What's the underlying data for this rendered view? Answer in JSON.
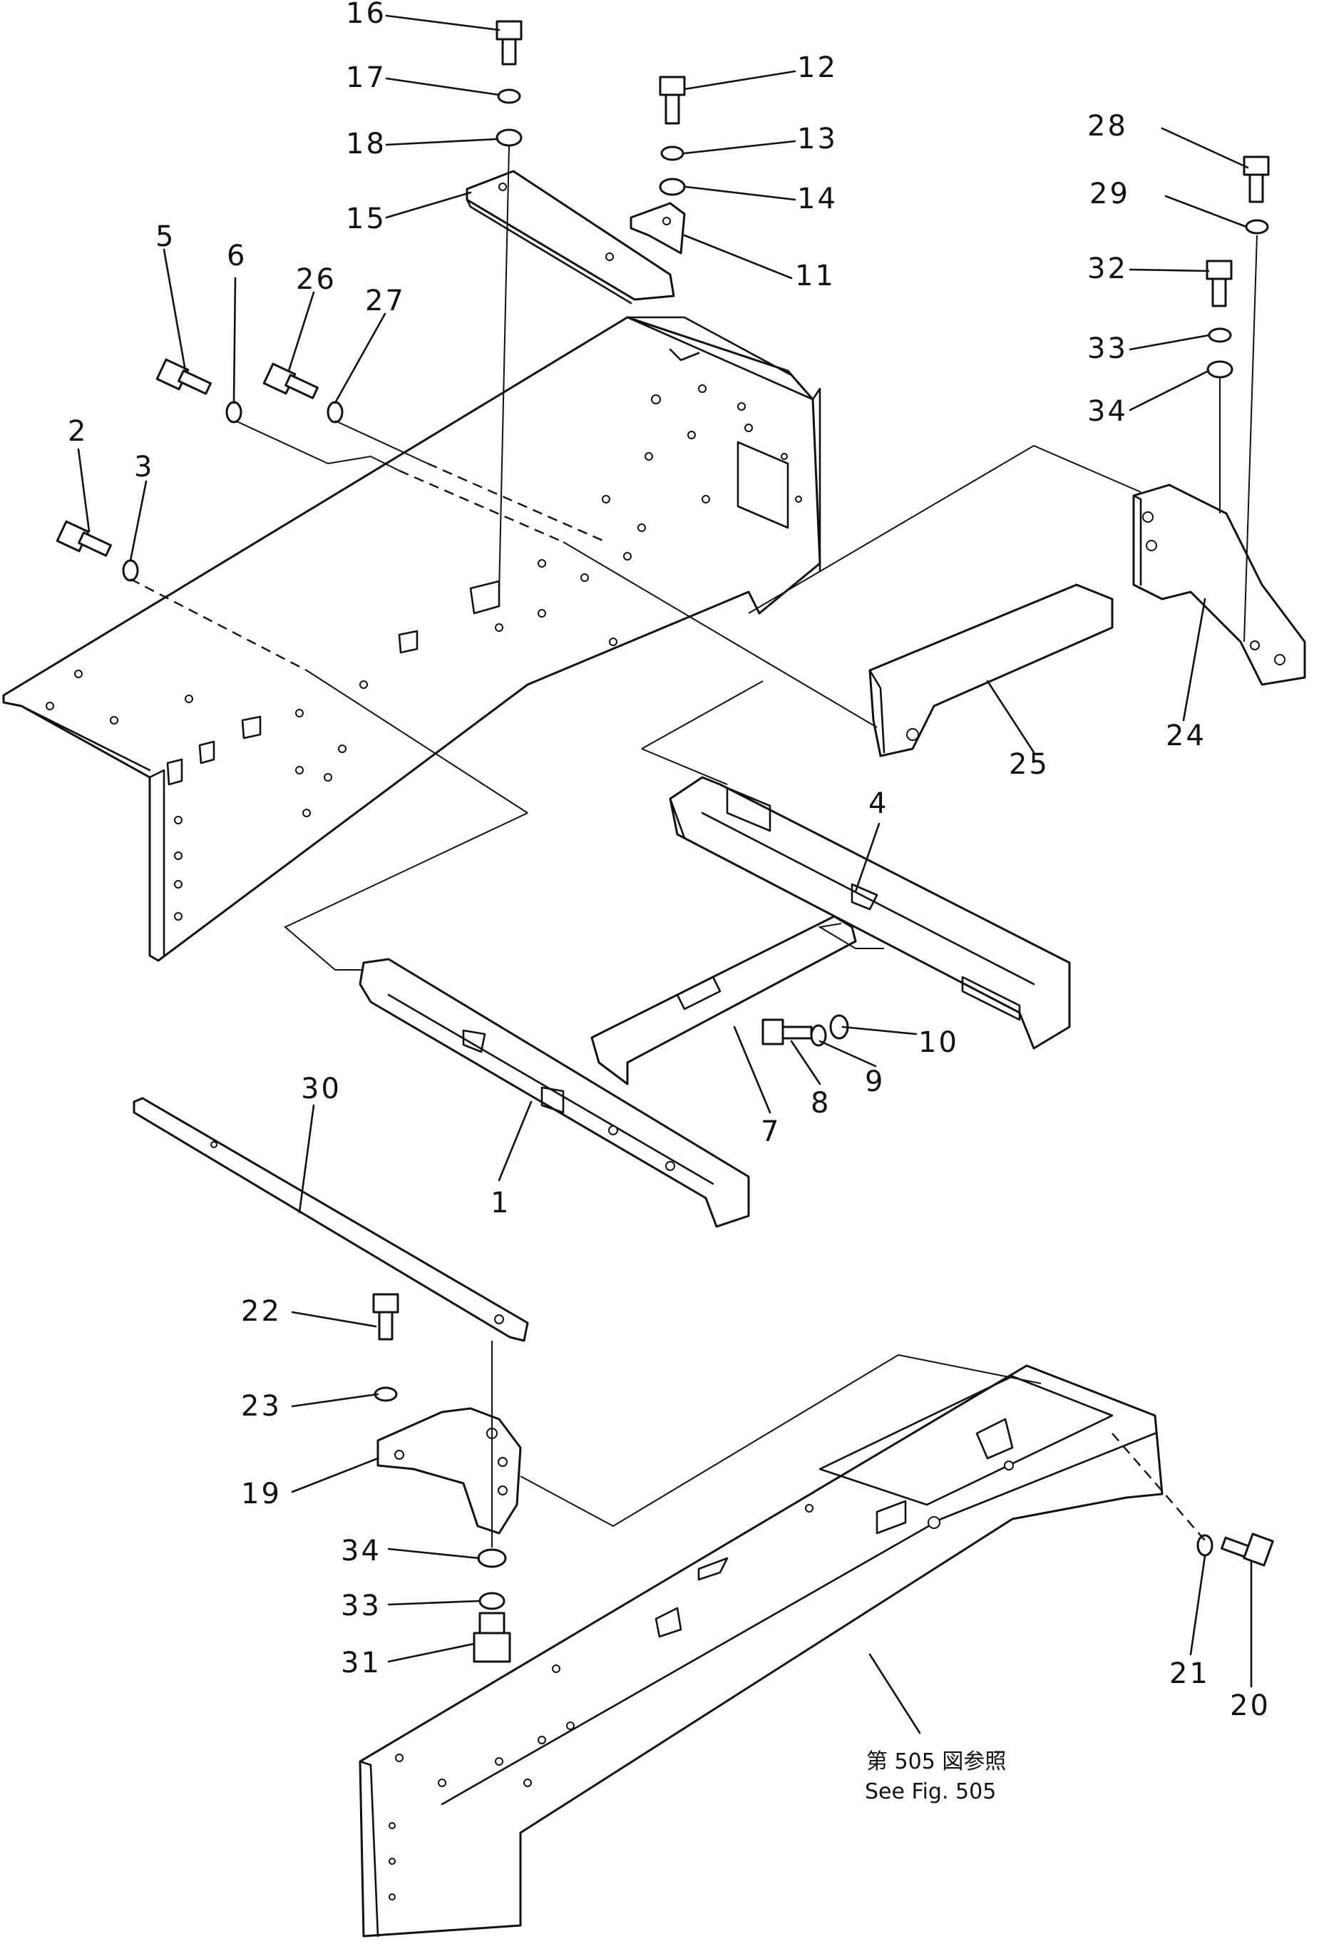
{
  "callouts": [
    {
      "id": "16",
      "text": "16"
    },
    {
      "id": "17",
      "text": "17"
    },
    {
      "id": "18",
      "text": "18"
    },
    {
      "id": "15",
      "text": "15"
    },
    {
      "id": "12",
      "text": "12"
    },
    {
      "id": "13",
      "text": "13"
    },
    {
      "id": "14",
      "text": "14"
    },
    {
      "id": "11",
      "text": "11"
    },
    {
      "id": "28",
      "text": "28"
    },
    {
      "id": "29",
      "text": "29"
    },
    {
      "id": "32",
      "text": "32"
    },
    {
      "id": "33a",
      "text": "33"
    },
    {
      "id": "34a",
      "text": "34"
    },
    {
      "id": "5",
      "text": "5"
    },
    {
      "id": "6",
      "text": "6"
    },
    {
      "id": "26",
      "text": "26"
    },
    {
      "id": "27",
      "text": "27"
    },
    {
      "id": "2",
      "text": "2"
    },
    {
      "id": "3",
      "text": "3"
    },
    {
      "id": "25",
      "text": "25"
    },
    {
      "id": "24",
      "text": "24"
    },
    {
      "id": "4",
      "text": "4"
    },
    {
      "id": "10",
      "text": "10"
    },
    {
      "id": "9",
      "text": "9"
    },
    {
      "id": "8",
      "text": "8"
    },
    {
      "id": "7",
      "text": "7"
    },
    {
      "id": "30",
      "text": "30"
    },
    {
      "id": "1",
      "text": "1"
    },
    {
      "id": "22",
      "text": "22"
    },
    {
      "id": "23",
      "text": "23"
    },
    {
      "id": "19",
      "text": "19"
    },
    {
      "id": "34b",
      "text": "34"
    },
    {
      "id": "33b",
      "text": "33"
    },
    {
      "id": "31",
      "text": "31"
    },
    {
      "id": "21",
      "text": "21"
    },
    {
      "id": "20",
      "text": "20"
    }
  ],
  "reference_note": {
    "line1": "第 505 図参照",
    "line2": "See  Fig. 505"
  }
}
